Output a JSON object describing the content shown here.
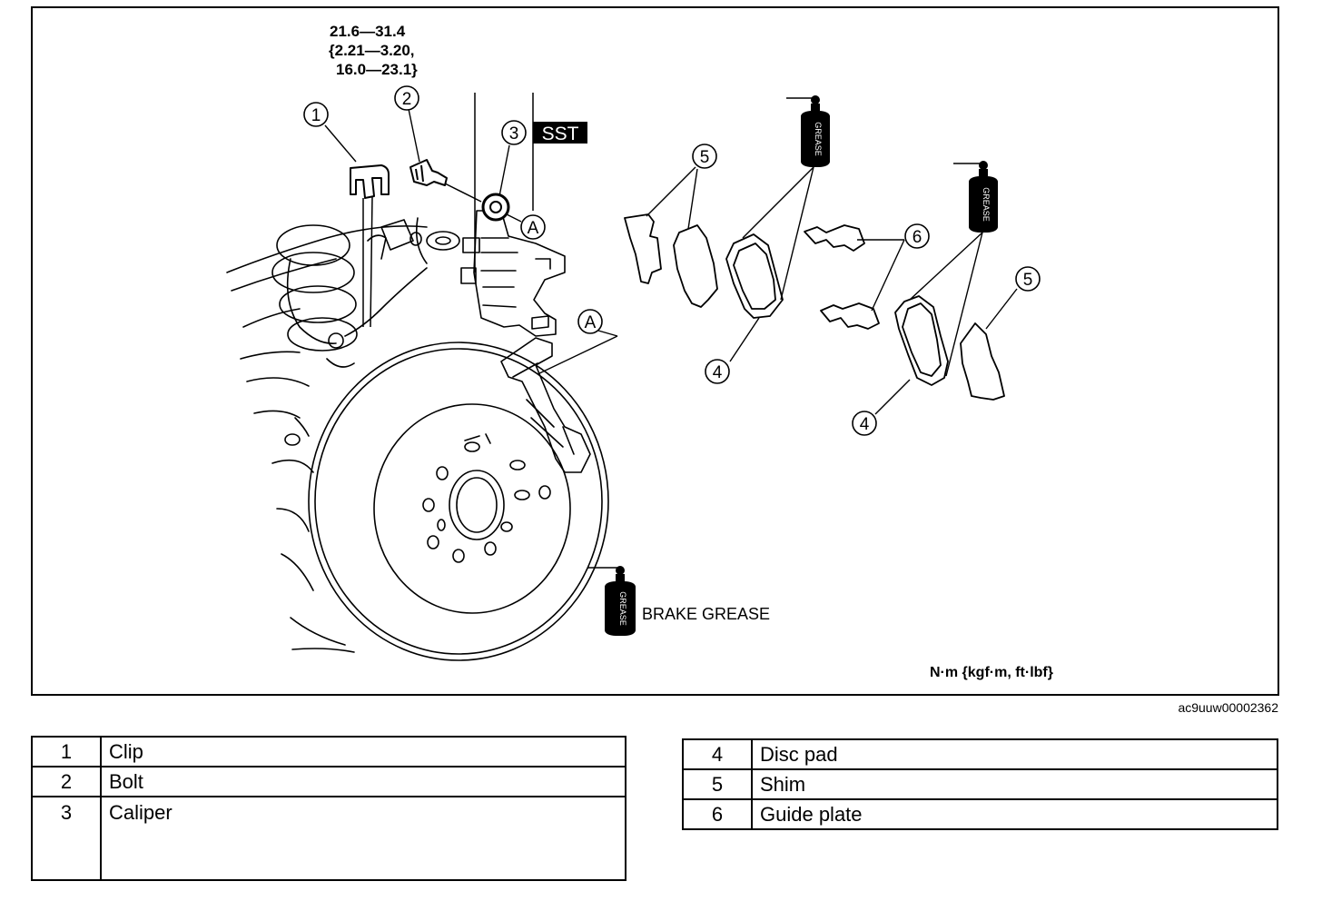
{
  "torque": {
    "line1": "21.6—31.4",
    "line2": "{2.21—3.20,",
    "line3": "16.0—23.1}"
  },
  "callouts": {
    "clip": "1",
    "bolt": "2",
    "caliper": "3",
    "disc_pad_upper": "4",
    "disc_pad_lower": "4",
    "shim_upper": "5",
    "shim_right": "5",
    "guide_plate": "6",
    "point_a_upper": "A",
    "point_a_lower": "A"
  },
  "sst_label": "SST",
  "grease_can_label": "GREASE",
  "brake_grease_legend": "BRAKE GREASE",
  "units_note": "N·m {kgf·m, ft·lbf}",
  "figure_id": "ac9uuw00002362",
  "parts_left": [
    {
      "num": "1",
      "name": "Clip"
    },
    {
      "num": "2",
      "name": "Bolt"
    },
    {
      "num": "3",
      "name": "Caliper"
    }
  ],
  "parts_right": [
    {
      "num": "4",
      "name": "Disc pad"
    },
    {
      "num": "5",
      "name": "Shim"
    },
    {
      "num": "6",
      "name": "Guide plate"
    }
  ]
}
